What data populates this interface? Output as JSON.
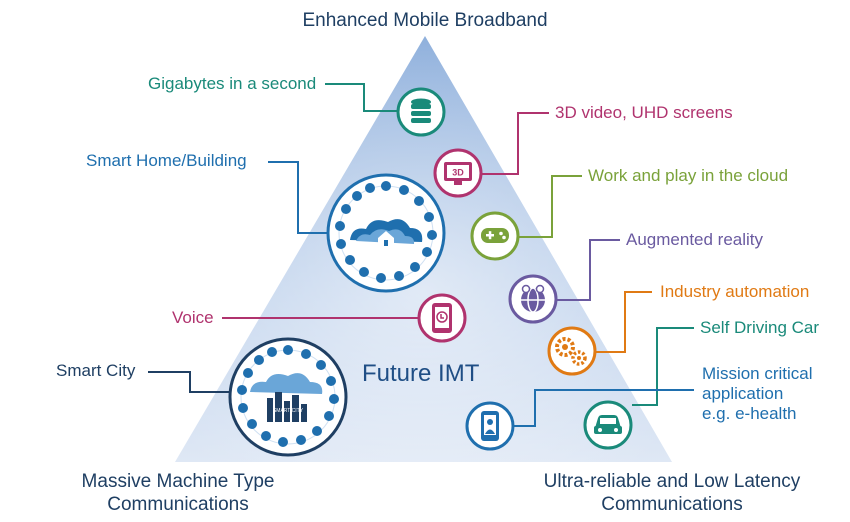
{
  "corners": {
    "top": "Enhanced Mobile Broadband",
    "bottom_left_line1": "Massive Machine Type",
    "bottom_left_line2": "Communications",
    "bottom_right_line1": "Ultra-reliable and Low Latency",
    "bottom_right_line2": "Communications"
  },
  "center_label": "Future IMT",
  "labels": {
    "gigabytes": "Gigabytes in a second",
    "smart_home": "Smart Home/Building",
    "voice": "Voice",
    "smart_city": "Smart City",
    "video_3d": "3D video, UHD screens",
    "cloud_work": "Work and play in the cloud",
    "augmented": "Augmented reality",
    "industry": "Industry automation",
    "self_driving": "Self Driving Car",
    "mission_line1": "Mission critical",
    "mission_line2": "application",
    "mission_line3": "e.g. e-health"
  },
  "icon_text": {
    "screen_3d": "3D",
    "smart_city_sign": "SMART CITY"
  },
  "colors": {
    "teal": "#1a8a7a",
    "blue": "#1f6fae",
    "magenta": "#b0336e",
    "green": "#7aa23a",
    "purple": "#6a5aa0",
    "orange": "#e07a14",
    "navy": "#1f3f63"
  }
}
